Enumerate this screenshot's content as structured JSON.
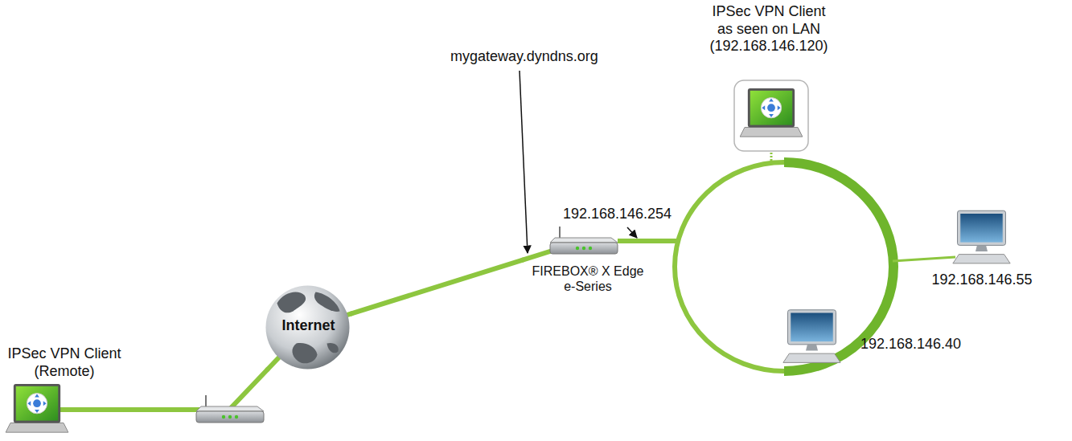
{
  "diagram": {
    "nodes": [
      {
        "text": [
          "IPSec VPN Client (Remote)"
        ]
      },
      {
        "text": [
          "Internet"
        ]
      },
      {
        "text": [
          "FIREBOX® X Edge e-Series"
        ]
      },
      {
        "text": [
          "IPSec VPN Client as seen on LAN (192.168.146.120)"
        ]
      },
      {
        "text": [
          "192.168.146.55"
        ]
      },
      {
        "text": [
          "192.168.146.40"
        ]
      }
    ],
    "edges": [
      {
        "from": 0,
        "to": 1,
        "arrow": "none"
      },
      {
        "from": 1,
        "to": 2,
        "arrow": "none"
      }
    ],
    "labels": [
      "mygateway.dyndns.org",
      "192.168.146.254"
    ]
  }
}
